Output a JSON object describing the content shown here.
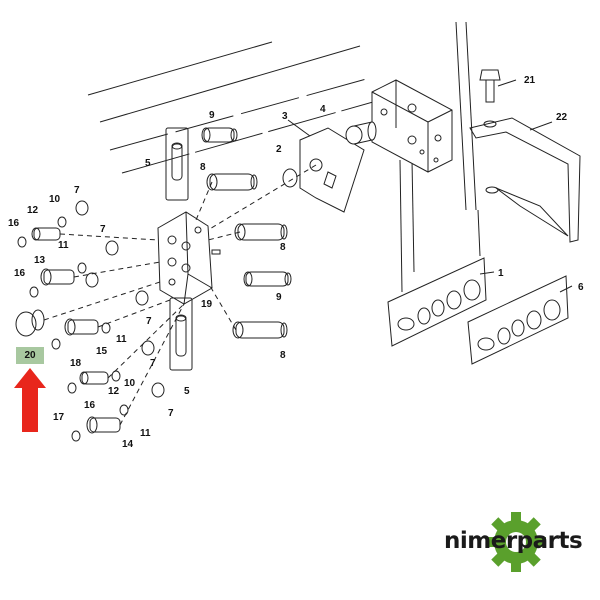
{
  "callouts": {
    "c1": "1",
    "c2": "2",
    "c3": "3",
    "c4": "4",
    "c5a": "5",
    "c5b": "5",
    "c6": "6",
    "c7a": "7",
    "c7b": "7",
    "c7c": "7",
    "c7d": "7",
    "c7e": "7",
    "c8a": "8",
    "c8b": "8",
    "c8c": "8",
    "c9a": "9",
    "c9b": "9",
    "c10a": "10",
    "c10b": "10",
    "c11a": "11",
    "c11b": "11",
    "c11c": "11",
    "c12a": "12",
    "c12b": "12",
    "c13": "13",
    "c14": "14",
    "c15": "15",
    "c16a": "16",
    "c16b": "16",
    "c16c": "16",
    "c17": "17",
    "c18": "18",
    "c19": "19",
    "c21": "21",
    "c22": "22"
  },
  "highlight": {
    "label": "20",
    "arrow_color": "#e8261c",
    "label_bg": "#a8c8a0"
  },
  "brand": {
    "name": "nimerparts",
    "gear_color": "#5aa02c"
  }
}
